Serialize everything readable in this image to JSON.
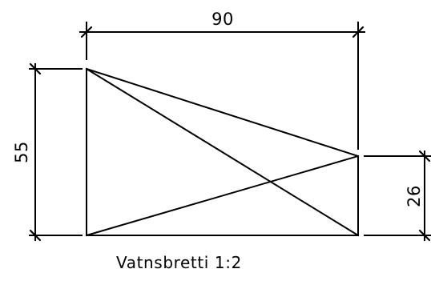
{
  "drawing": {
    "width_label": "90",
    "height_left_label": "55",
    "height_right_label": "26",
    "caption": "Vatnsbretti 1:2"
  }
}
